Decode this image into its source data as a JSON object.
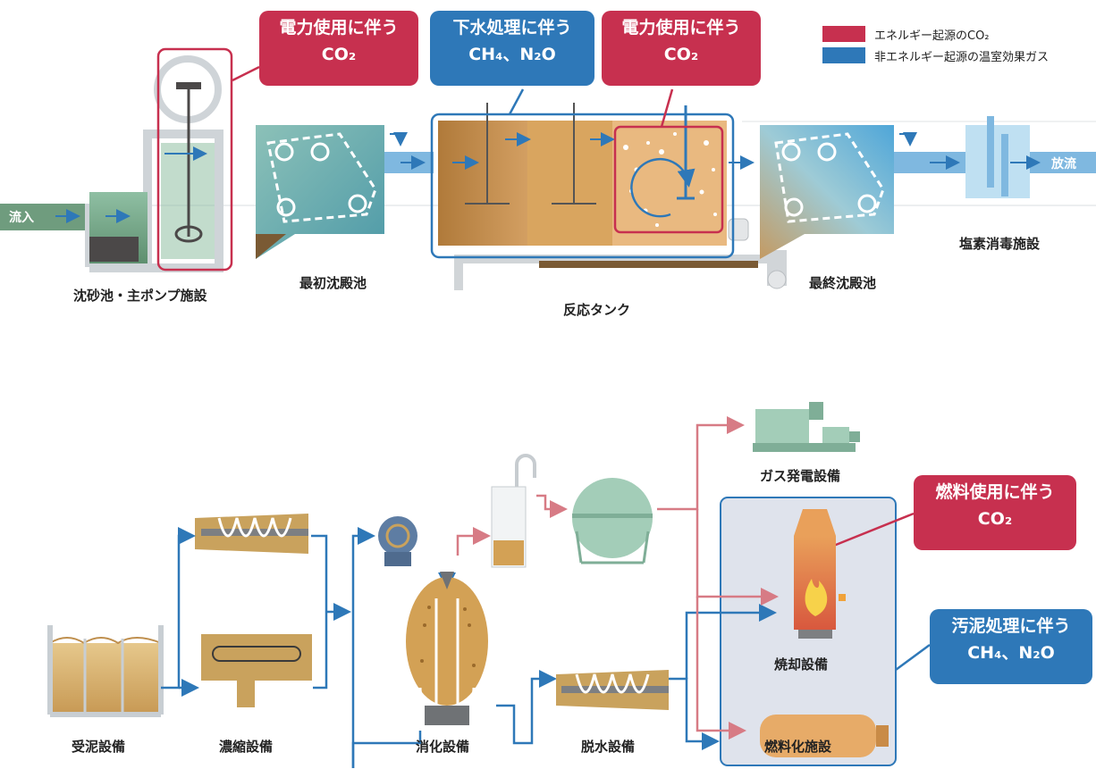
{
  "legend": {
    "items": [
      {
        "label": "エネルギー起源のCO₂",
        "color": "#c7304f"
      },
      {
        "label": "非エネルギー起源の温室効果ガス",
        "color": "#2e78b8"
      }
    ]
  },
  "callouts": {
    "power_co2_a": {
      "line1": "電力使用に伴う",
      "line2": "CO₂"
    },
    "sewage_ch4": {
      "line1": "下水処理に伴う",
      "line2": "CH₄、N₂O"
    },
    "power_co2_b": {
      "line1": "電力使用に伴う",
      "line2": "CO₂"
    },
    "fuel_co2": {
      "line1": "燃料使用に伴う",
      "line2": "CO₂"
    },
    "sludge_ch4": {
      "line1": "汚泥処理に伴う",
      "line2": "CH₄、N₂O"
    }
  },
  "flow": {
    "inflow": "流入",
    "outflow": "放流"
  },
  "facilities_top": {
    "grit_pump": "沈砂池・主ポンプ施設",
    "primary_sed": "最初沈殿池",
    "reaction_tank": "反応タンク",
    "final_sed": "最終沈殿池",
    "chlorination": "塩素消毒施設"
  },
  "facilities_bottom": {
    "receiving": "受泥設備",
    "thickening": "濃縮設備",
    "digestion": "消化設備",
    "dewatering": "脱水設備",
    "gas_power": "ガス発電設備",
    "incineration": "焼却設備",
    "fuelization": "燃料化施設"
  },
  "colors": {
    "energy_co2": "#c7304f",
    "non_energy_ghg": "#2e78b8",
    "gas_arrow": "#d77b85",
    "sludge_arrow": "#2e78b8"
  }
}
